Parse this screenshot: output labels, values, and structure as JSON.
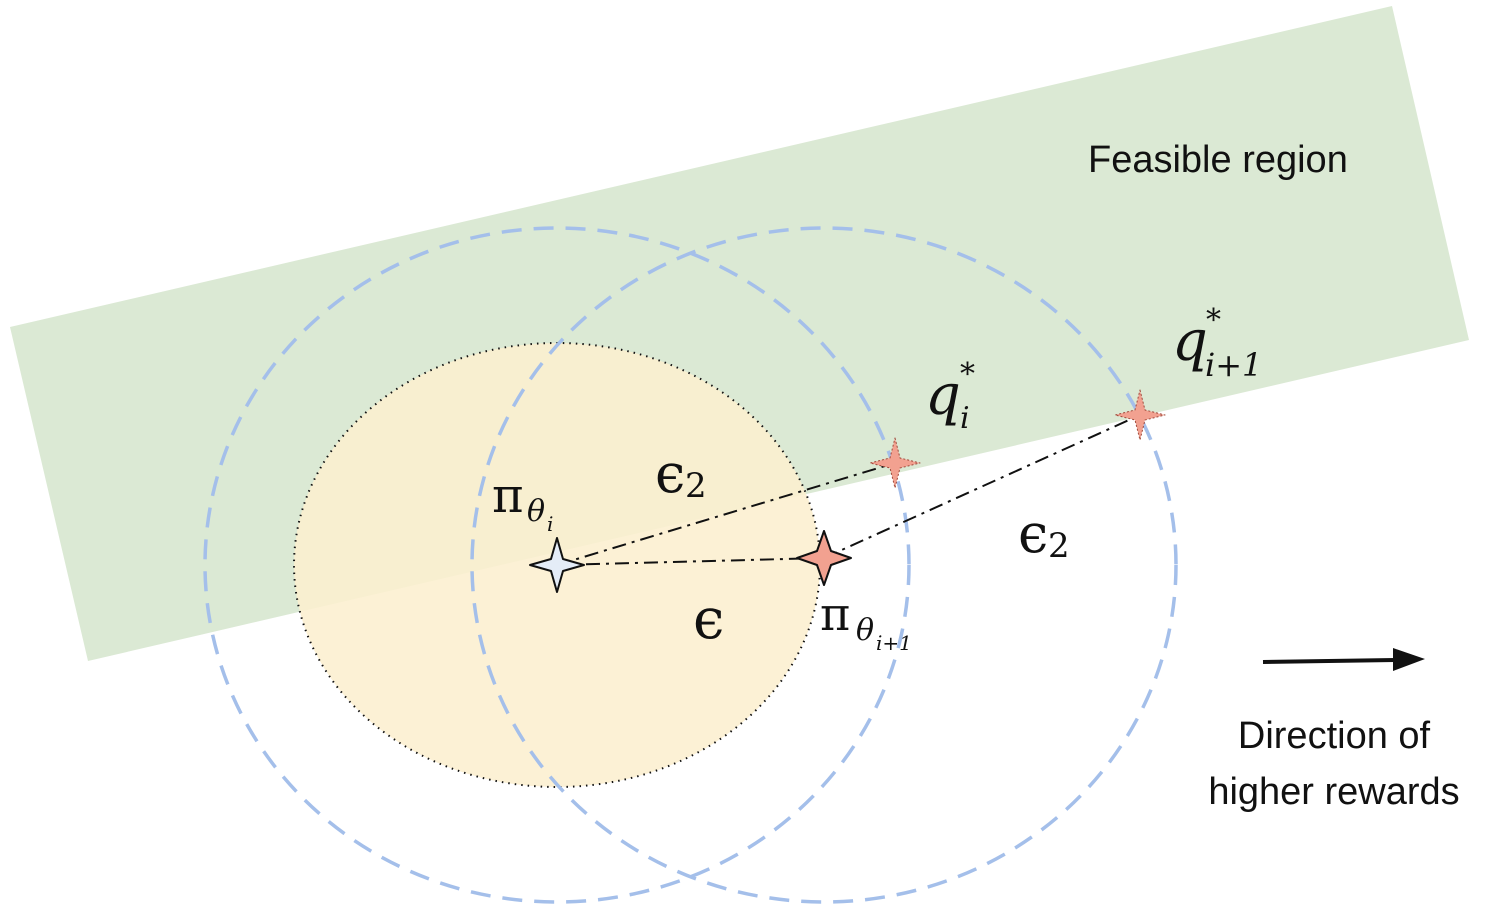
{
  "region_label": "Feasible region",
  "direction_label": {
    "line1": "Direction of",
    "line2": "higher rewards"
  },
  "symbols": {
    "pi": "π",
    "theta": "θ",
    "i": "i",
    "i_plus_1": "i+1",
    "q": "q",
    "star": "*",
    "epsilon": "ϵ",
    "two": "2"
  },
  "colors": {
    "feasible_region": "#dbe9d4",
    "trust_region": "#fcefcf",
    "dashed_circle": "#a4bfea",
    "current_policy_marker": "#e4ecf7",
    "target_marker": "#f2a190",
    "arrow": "#111111"
  }
}
